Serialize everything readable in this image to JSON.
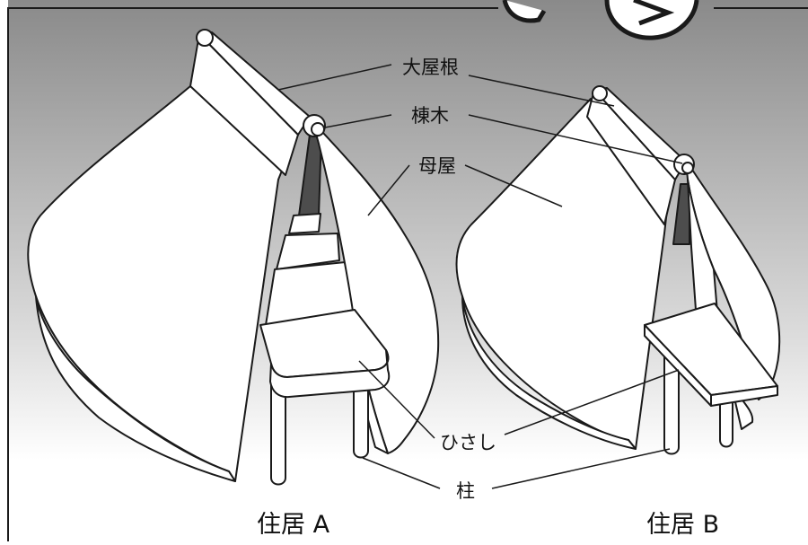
{
  "labels": {
    "main_roof": "大屋根",
    "ridge_beam": "棟木",
    "main_house": "母屋",
    "eaves": "ひさし",
    "pillar": "柱"
  },
  "captions": {
    "dwelling_a": "住居 A",
    "dwelling_b": "住居 B"
  },
  "colors": {
    "background_top": "#888888",
    "background_bottom": "#ffffff",
    "outline": "#1a1a1a",
    "fill": "#ffffff",
    "interior_dark": "#4d4d4d"
  }
}
